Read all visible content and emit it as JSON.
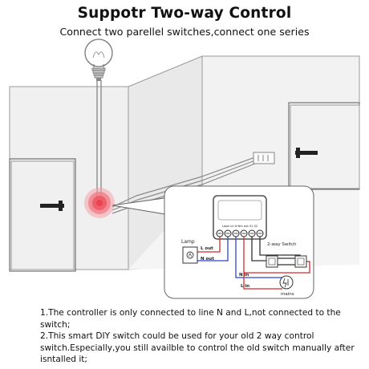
{
  "header": {
    "title": "Suppotr Two-way Control",
    "subtitle": "Connect two parellel switches,connect one series"
  },
  "diagram": {
    "terminal_labels": "Load Lin N Nin out S1 S2",
    "lamp_label": "Lamp",
    "l_out_label": "L out",
    "n_out_label": "N out",
    "two_way_switch_label": "2-way Switch",
    "n_in_label": "N in",
    "l_in_label": "L in",
    "mains_label": "mains",
    "colors": {
      "l_wire": "#d42b2b",
      "n_wire": "#2b46d4",
      "s_wire": "#333333",
      "wall": "#f0f0f0",
      "hotspot": "#f0707a"
    }
  },
  "notes": {
    "line1": "1.The controller is only connected to line N and L,not connected to the switch;",
    "line2": "2.This smart DIY switch could be used for your old 2 way control switch.Especially,you still availble to control the old switch manually after isntalled it;"
  }
}
